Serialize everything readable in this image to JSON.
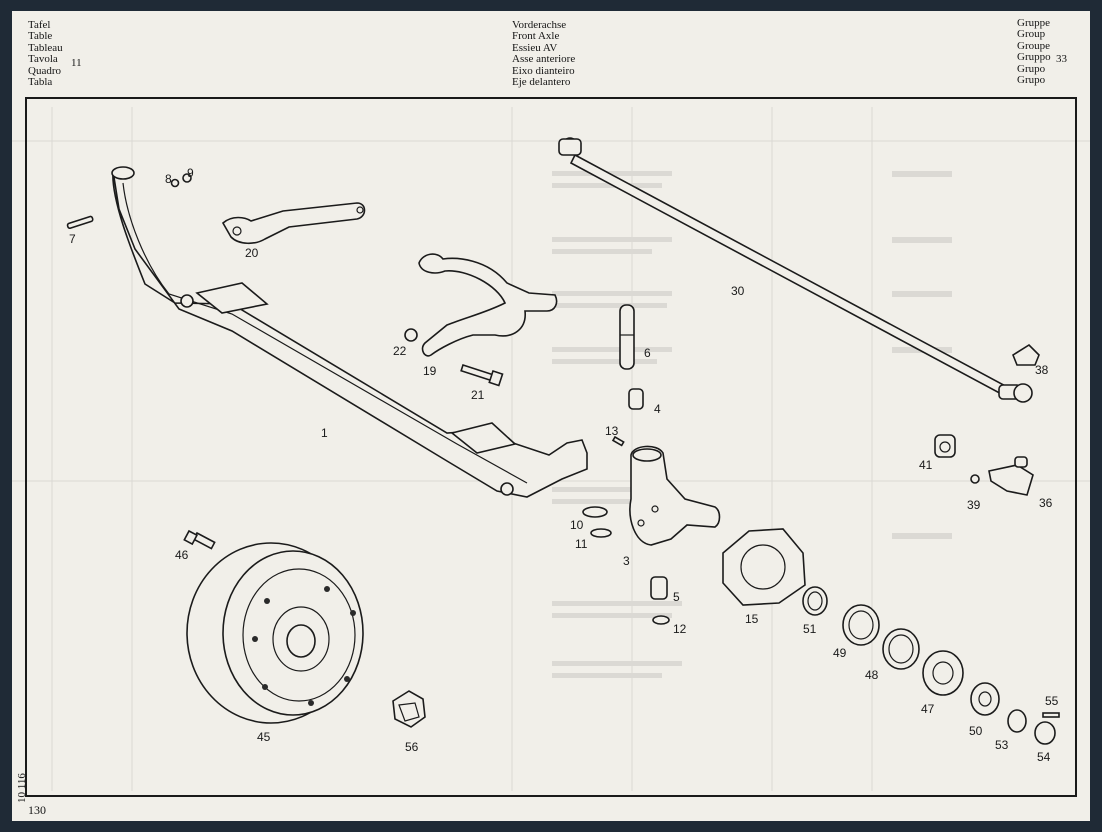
{
  "header": {
    "left_labels": [
      "Tafel",
      "Table",
      "Tableau",
      "Tavola",
      "Quadro",
      "Tabla"
    ],
    "tafel_number": "11",
    "mid_labels": [
      "Vorderachse",
      "Front Axle",
      "Essieu AV",
      "Asse anteriore",
      "Eixo dianteiro",
      "Eje delantero"
    ],
    "right_labels": [
      "Gruppe",
      "Group",
      "Groupe",
      "Gruppo",
      "Grupo",
      "Grupo"
    ],
    "group_number": "33"
  },
  "footer": {
    "page_number": "130",
    "plate_code": "10 116"
  },
  "parts": [
    {
      "id": "p1",
      "label": "1"
    },
    {
      "id": "p3",
      "label": "3"
    },
    {
      "id": "p4",
      "label": "4"
    },
    {
      "id": "p5",
      "label": "5"
    },
    {
      "id": "p6",
      "label": "6"
    },
    {
      "id": "p7",
      "label": "7"
    },
    {
      "id": "p8",
      "label": "8"
    },
    {
      "id": "p9",
      "label": "9"
    },
    {
      "id": "p10",
      "label": "10"
    },
    {
      "id": "p11",
      "label": "11"
    },
    {
      "id": "p12",
      "label": "12"
    },
    {
      "id": "p13",
      "label": "13"
    },
    {
      "id": "p15",
      "label": "15"
    },
    {
      "id": "p19",
      "label": "19"
    },
    {
      "id": "p20",
      "label": "20"
    },
    {
      "id": "p21",
      "label": "21"
    },
    {
      "id": "p22",
      "label": "22"
    },
    {
      "id": "p30",
      "label": "30"
    },
    {
      "id": "p36",
      "label": "36"
    },
    {
      "id": "p38",
      "label": "38"
    },
    {
      "id": "p39",
      "label": "39"
    },
    {
      "id": "p41",
      "label": "41"
    },
    {
      "id": "p45",
      "label": "45"
    },
    {
      "id": "p46",
      "label": "46"
    },
    {
      "id": "p47",
      "label": "47"
    },
    {
      "id": "p48",
      "label": "48"
    },
    {
      "id": "p49",
      "label": "49"
    },
    {
      "id": "p50",
      "label": "50"
    },
    {
      "id": "p51",
      "label": "51"
    },
    {
      "id": "p53",
      "label": "53"
    },
    {
      "id": "p54",
      "label": "54"
    },
    {
      "id": "p55",
      "label": "55"
    },
    {
      "id": "p56",
      "label": "56"
    }
  ]
}
